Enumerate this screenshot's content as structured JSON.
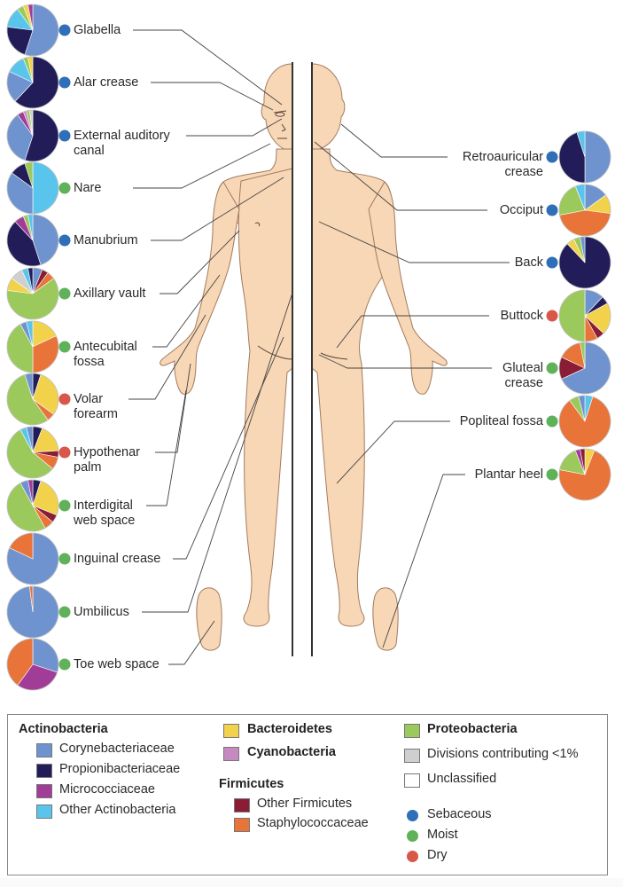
{
  "colors": {
    "Corynebacteriaceae": "#6f93cf",
    "Propionibacteriaceae": "#221c58",
    "Micrococciaceae": "#a13c97",
    "Other Actinobacteria": "#5ac5ec",
    "Bacteroidetes": "#f2d24a",
    "Cyanobacteria": "#c78ac0",
    "Other Firmicutes": "#8a1c36",
    "Staphylococcaceae": "#e8743a",
    "Proteobacteria": "#9cc95b",
    "Divisions contributing <1%": "#cfcfcf",
    "Unclassified": "#ffffff",
    "Sebaceous": "#2e6fb8",
    "Moist": "#5fb25a",
    "Dry": "#d9574a",
    "skin": "#f8d7b6",
    "skin_stroke": "#a17b5f"
  },
  "sites": [
    {
      "label": "Glabella",
      "env": "Sebaceous",
      "side": "left",
      "pie": [
        [
          "Corynebacteriaceae",
          0.55
        ],
        [
          "Propionibacteriaceae",
          0.22
        ],
        [
          "Other Actinobacteria",
          0.13
        ],
        [
          "Proteobacteria",
          0.04
        ],
        [
          "Bacteroidetes",
          0.03
        ],
        [
          "Micrococciaceae",
          0.03
        ]
      ]
    },
    {
      "label": "Alar crease",
      "env": "Sebaceous",
      "side": "left",
      "pie": [
        [
          "Propionibacteriaceae",
          0.62
        ],
        [
          "Corynebacteriaceae",
          0.2
        ],
        [
          "Other Actinobacteria",
          0.12
        ],
        [
          "Proteobacteria",
          0.03
        ],
        [
          "Bacteroidetes",
          0.03
        ]
      ]
    },
    {
      "label": "External auditory\ncanal",
      "env": "Sebaceous",
      "side": "left",
      "pie": [
        [
          "Propionibacteriaceae",
          0.55
        ],
        [
          "Corynebacteriaceae",
          0.35
        ],
        [
          "Micrococciaceae",
          0.04
        ],
        [
          "Cyanobacteria",
          0.02
        ],
        [
          "Proteobacteria",
          0.02
        ],
        [
          "Divisions contributing <1%",
          0.02
        ]
      ]
    },
    {
      "label": "Nare",
      "env": "Moist",
      "side": "left",
      "pie": [
        [
          "Other Actinobacteria",
          0.5
        ],
        [
          "Corynebacteriaceae",
          0.35
        ],
        [
          "Propionibacteriaceae",
          0.1
        ],
        [
          "Proteobacteria",
          0.05
        ]
      ]
    },
    {
      "label": "Manubrium",
      "env": "Sebaceous",
      "side": "left",
      "pie": [
        [
          "Corynebacteriaceae",
          0.45
        ],
        [
          "Propionibacteriaceae",
          0.43
        ],
        [
          "Micrococciaceae",
          0.06
        ],
        [
          "Proteobacteria",
          0.03
        ],
        [
          "Other Actinobacteria",
          0.03
        ]
      ]
    },
    {
      "label": "Axillary vault",
      "env": "Moist",
      "side": "left",
      "pie": [
        [
          "Corynebacteriaceae",
          0.06
        ],
        [
          "Other Firmicutes",
          0.04
        ],
        [
          "Staphylococcaceae",
          0.05
        ],
        [
          "Proteobacteria",
          0.62
        ],
        [
          "Bacteroidetes",
          0.08
        ],
        [
          "Divisions contributing <1%",
          0.08
        ],
        [
          "Other Actinobacteria",
          0.04
        ],
        [
          "Propionibacteriaceae",
          0.03
        ]
      ]
    },
    {
      "label": "Antecubital\nfossa",
      "env": "Moist",
      "side": "left",
      "pie": [
        [
          "Bacteroidetes",
          0.18
        ],
        [
          "Staphylococcaceae",
          0.32
        ],
        [
          "Proteobacteria",
          0.42
        ],
        [
          "Corynebacteriaceae",
          0.04
        ],
        [
          "Other Actinobacteria",
          0.04
        ]
      ]
    },
    {
      "label": "Volar\nforearm",
      "env": "Dry",
      "side": "left",
      "pie": [
        [
          "Propionibacteriaceae",
          0.05
        ],
        [
          "Bacteroidetes",
          0.3
        ],
        [
          "Staphylococcaceae",
          0.05
        ],
        [
          "Proteobacteria",
          0.55
        ],
        [
          "Corynebacteriaceae",
          0.05
        ]
      ]
    },
    {
      "label": "Hypothenar\npalm",
      "env": "Dry",
      "side": "left",
      "pie": [
        [
          "Propionibacteriaceae",
          0.06
        ],
        [
          "Bacteroidetes",
          0.18
        ],
        [
          "Other Firmicutes",
          0.04
        ],
        [
          "Staphylococcaceae",
          0.08
        ],
        [
          "Proteobacteria",
          0.56
        ],
        [
          "Other Actinobacteria",
          0.04
        ],
        [
          "Corynebacteriaceae",
          0.04
        ]
      ]
    },
    {
      "label": "Interdigital\nweb space",
      "env": "Moist",
      "side": "left",
      "pie": [
        [
          "Propionibacteriaceae",
          0.05
        ],
        [
          "Bacteroidetes",
          0.26
        ],
        [
          "Other Firmicutes",
          0.05
        ],
        [
          "Staphylococcaceae",
          0.06
        ],
        [
          "Proteobacteria",
          0.5
        ],
        [
          "Corynebacteriaceae",
          0.05
        ],
        [
          "Micrococciaceae",
          0.03
        ]
      ]
    },
    {
      "label": "Inguinal crease",
      "env": "Moist",
      "side": "left",
      "pie": [
        [
          "Corynebacteriaceae",
          0.82
        ],
        [
          "Staphylococcaceae",
          0.18
        ]
      ]
    },
    {
      "label": "Umbilicus",
      "env": "Moist",
      "side": "left",
      "pie": [
        [
          "Corynebacteriaceae",
          0.98
        ],
        [
          "Staphylococcaceae",
          0.02
        ]
      ]
    },
    {
      "label": "Toe web space",
      "env": "Moist",
      "side": "left",
      "pie": [
        [
          "Corynebacteriaceae",
          0.3
        ],
        [
          "Micrococciaceae",
          0.3
        ],
        [
          "Staphylococcaceae",
          0.4
        ]
      ]
    },
    {
      "label": "Retroauricular\ncrease",
      "env": "Sebaceous",
      "side": "right",
      "pie": [
        [
          "Corynebacteriaceae",
          0.5
        ],
        [
          "Propionibacteriaceae",
          0.45
        ],
        [
          "Other Actinobacteria",
          0.05
        ]
      ]
    },
    {
      "label": "Occiput",
      "env": "Sebaceous",
      "side": "right",
      "pie": [
        [
          "Corynebacteriaceae",
          0.15
        ],
        [
          "Bacteroidetes",
          0.12
        ],
        [
          "Staphylococcaceae",
          0.45
        ],
        [
          "Proteobacteria",
          0.22
        ],
        [
          "Other Actinobacteria",
          0.06
        ]
      ]
    },
    {
      "label": "Back",
      "env": "Sebaceous",
      "side": "right",
      "pie": [
        [
          "Propionibacteriaceae",
          0.88
        ],
        [
          "Bacteroidetes",
          0.05
        ],
        [
          "Proteobacteria",
          0.04
        ],
        [
          "Corynebacteriaceae",
          0.03
        ]
      ]
    },
    {
      "label": "Buttock",
      "env": "Dry",
      "side": "right",
      "pie": [
        [
          "Corynebacteriaceae",
          0.12
        ],
        [
          "Propionibacteriaceae",
          0.05
        ],
        [
          "Bacteroidetes",
          0.2
        ],
        [
          "Other Firmicutes",
          0.05
        ],
        [
          "Staphylococcaceae",
          0.08
        ],
        [
          "Proteobacteria",
          0.5
        ]
      ]
    },
    {
      "label": "Gluteal\ncrease",
      "env": "Moist",
      "side": "right",
      "pie": [
        [
          "Corynebacteriaceae",
          0.68
        ],
        [
          "Other Firmicutes",
          0.14
        ],
        [
          "Staphylococcaceae",
          0.15
        ],
        [
          "Proteobacteria",
          0.03
        ]
      ]
    },
    {
      "label": "Popliteal fossa",
      "env": "Moist",
      "side": "right",
      "pie": [
        [
          "Other Actinobacteria",
          0.05
        ],
        [
          "Staphylococcaceae",
          0.85
        ],
        [
          "Proteobacteria",
          0.06
        ],
        [
          "Corynebacteriaceae",
          0.04
        ]
      ]
    },
    {
      "label": "Plantar heel",
      "env": "Moist",
      "side": "right",
      "pie": [
        [
          "Bacteroidetes",
          0.06
        ],
        [
          "Staphylococcaceae",
          0.72
        ],
        [
          "Proteobacteria",
          0.16
        ],
        [
          "Micrococciaceae",
          0.03
        ],
        [
          "Other Firmicutes",
          0.03
        ]
      ]
    }
  ],
  "legend": {
    "actinobacteria": {
      "title": "Actinobacteria",
      "items": [
        "Corynebacteriaceae",
        "Propionibacteriaceae",
        "Micrococciaceae",
        "Other Actinobacteria"
      ]
    },
    "bacteroidetes": "Bacteroidetes",
    "cyanobacteria": "Cyanobacteria",
    "firmicutes": {
      "title": "Firmicutes",
      "items": [
        "Other Firmicutes",
        "Staphylococcaceae"
      ]
    },
    "proteobacteria": "Proteobacteria",
    "divisions": "Divisions contributing <1%",
    "unclassified": "Unclassified",
    "environments": [
      "Sebaceous",
      "Moist",
      "Dry"
    ]
  }
}
